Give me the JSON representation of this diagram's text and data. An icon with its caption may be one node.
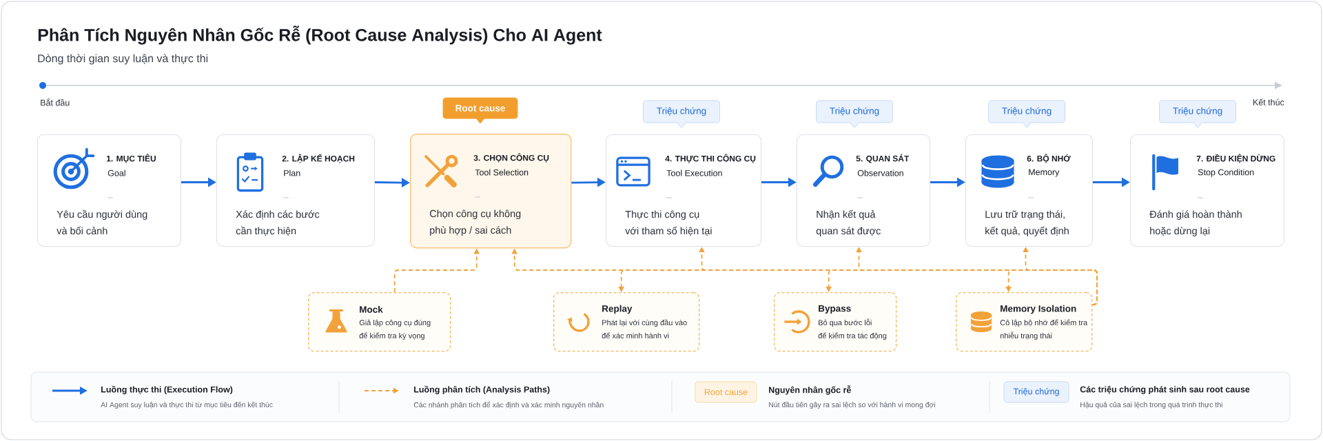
{
  "diagram": {
    "title": "Phân Tích Nguyên Nhân Gốc Rễ (Root Cause Analysis) Cho AI Agent",
    "nodes": [
      {
        "text": [
          "Root cause"
        ]
      },
      {
        "text": [
          "Triệu chứng"
        ]
      },
      {
        "text": [
          "Triệu chứng"
        ]
      },
      {
        "text": [
          "Triệu chứng"
        ]
      },
      {
        "text": [
          "Triệu chứng"
        ]
      },
      {
        "text": [
          "1. MỤC TIÊU",
          "Goal",
          "Yêu cầu người dùng và bối cảnh"
        ]
      },
      {
        "text": [
          "2. LẬP KẾ HOẠCH",
          "Plan",
          "Xác định các bước cần thực hiện"
        ]
      },
      {
        "text": [
          "3. CHỌN CÔNG CỤ",
          "Tool Selection",
          "Chọn công cụ không phù hợp / sai cách"
        ]
      },
      {
        "text": [
          "4. THỰC THI CÔNG CỤ",
          "Tool Execution",
          "Thực thi công cụ với tham số hiện tại"
        ]
      },
      {
        "text": [
          "5. QUAN SÁT",
          "Observation",
          "Nhận kết quả quan sát được"
        ]
      },
      {
        "text": [
          "6. BỘ NHỚ",
          "Memory",
          "Lưu trữ trạng thái, kết quả, quyết định"
        ]
      },
      {
        "text": [
          "7. ĐIỀU KIỆN DỪNG",
          "Stop Condition",
          "Đánh giá hoàn thành hoặc dừng lại"
        ]
      },
      {
        "text": [
          "Mock",
          "Giả lập công cụ đúng để kiểm tra kỳ vọng"
        ]
      },
      {
        "text": [
          "Replay",
          "Phát lại với cùng đầu vào để xác minh hành vi"
        ]
      },
      {
        "text": [
          "Bypass",
          "Bỏ qua bước lỗi để kiểm tra tác động"
        ]
      },
      {
        "text": [
          "Memory Isolation",
          "Cô lập bộ nhớ để kiểm tra nhiễu trạng thái"
        ]
      }
    ],
    "edges": [
      {
        "from": 5,
        "to": 6,
        "arrow": "to",
        "color": "#1f6fe0"
      },
      {
        "from": 6,
        "to": 7,
        "arrow": "to",
        "color": "#1f6fe0"
      },
      {
        "from": 7,
        "to": 8,
        "arrow": "to",
        "color": "#1f6fe0"
      },
      {
        "from": 8,
        "to": 9,
        "arrow": "to",
        "color": "#1f6fe0"
      },
      {
        "from": 9,
        "to": 10,
        "arrow": "to",
        "color": "#1f6fe0"
      },
      {
        "from": 10,
        "to": 11,
        "arrow": "to",
        "color": "#1f6fe0"
      },
      {
        "from": 12,
        "to": 7,
        "arrow": "to",
        "style": "dashed"
      },
      {
        "from": 15,
        "to": 7,
        "arrow": "to",
        "style": "dashed"
      },
      {
        "from": 15,
        "to": 13,
        "arrow": "to",
        "style": "dashed"
      },
      {
        "from": 15,
        "to": 8,
        "arrow": "to",
        "style": "dashed"
      },
      {
        "from": 15,
        "to": 14,
        "arrow": "to",
        "style": "dashed"
      },
      {
        "from": 15,
        "to": 9,
        "arrow": "to",
        "style": "dashed"
      },
      {
        "from": 15,
        "to": 15,
        "arrow": "to",
        "style": "dashed"
      },
      {
        "from": 15,
        "to": 10,
        "arrow": "to",
        "style": "dashed"
      }
    ],
    "labels": [
      "Dòng thời gian suy luận và thực thi",
      "Bắt đầu",
      "Kết thúc",
      "AI Agent suy luận và thực thi từ mục tiêu đến kết thúc",
      "Các nhánh phân tích để xác định và xác minh nguyên nhân",
      "Root cause",
      "Nút đầu tiên gây ra sai lệch so với hành vi mong đợi",
      "Triệu chứng",
      "Hậu quả của sai lệch trong quá trình thực thi"
    ],
    "legend": [
      {
        "text": "Luồng thực thi (Execution Flow)"
      },
      {
        "text": "Luồng phân tích (Analysis Paths)"
      },
      {
        "text": "Nguyên nhân gốc rễ"
      },
      {
        "text": "Các triệu chứng phát sinh sau root cause"
      }
    ]
  }
}
